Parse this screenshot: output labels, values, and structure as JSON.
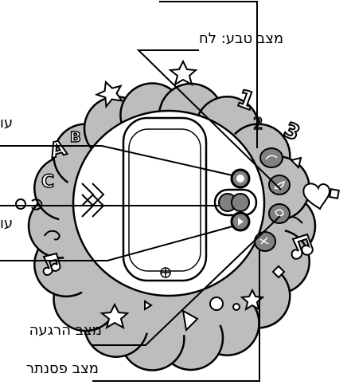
{
  "labels": {
    "nature_mode": "מצב טבע: לח",
    "volume_up": "עו",
    "volume_down": "עו",
    "calm_mode": "מצב הרגעה",
    "piano_mode": "מצב פסנתר"
  },
  "toy": {
    "number_one": "1",
    "number_two": "2",
    "number_three": "3",
    "letter_a": "A",
    "letter_b": "B",
    "letter_c": "C"
  },
  "colors": {
    "petal_fill": "#bdbdbd",
    "face_fill": "#ffffff",
    "button_fill": "#808080",
    "outline": "#000000"
  }
}
